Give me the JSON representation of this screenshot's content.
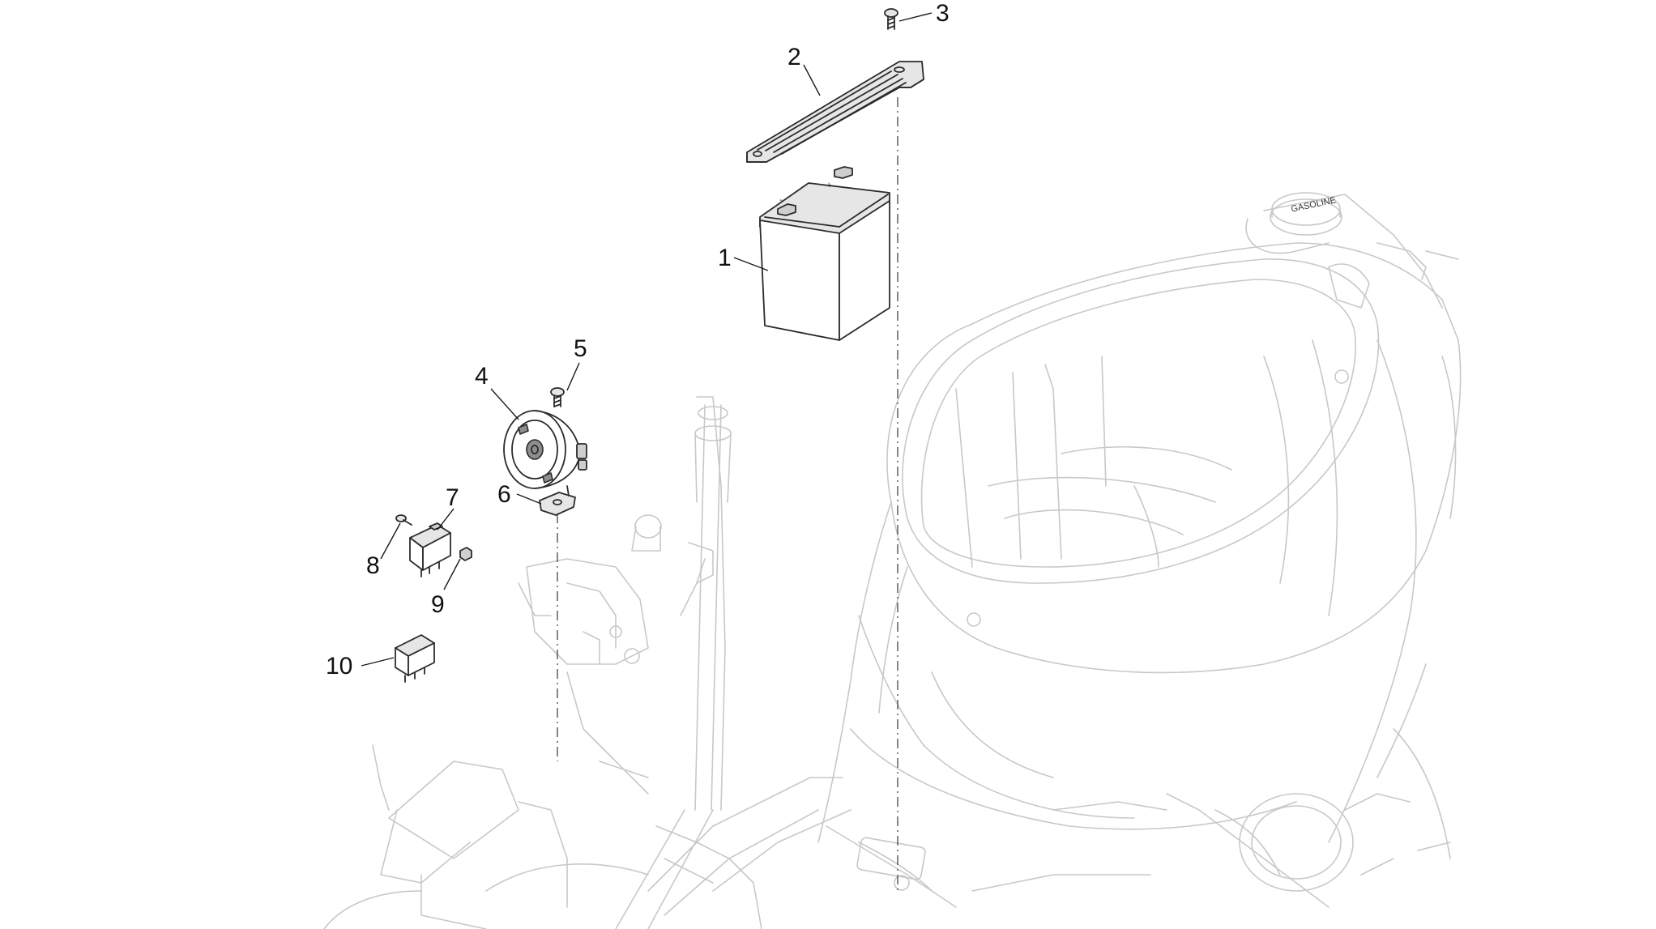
{
  "callouts": [
    {
      "id": "1",
      "label": "1"
    },
    {
      "id": "2",
      "label": "2"
    },
    {
      "id": "3",
      "label": "3"
    },
    {
      "id": "4",
      "label": "4"
    },
    {
      "id": "5",
      "label": "5"
    },
    {
      "id": "6",
      "label": "6"
    },
    {
      "id": "7",
      "label": "7"
    },
    {
      "id": "8",
      "label": "8"
    },
    {
      "id": "9",
      "label": "9"
    },
    {
      "id": "10",
      "label": "10"
    }
  ],
  "battery": {
    "terminal_plus": "+",
    "terminal_minus": "-"
  },
  "fuel_cap": {
    "text": "GASOLINE"
  },
  "colors": {
    "line": "#2b2b2b",
    "frame": "#c8c8c8",
    "background": "#ffffff"
  }
}
